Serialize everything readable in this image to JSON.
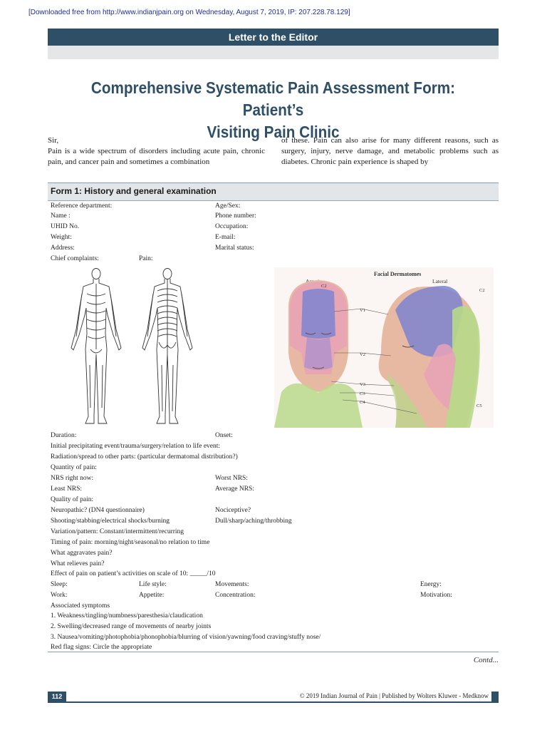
{
  "download_notice": "[Downloaded free from http://www.indianjpain.org on Wednesday, August 7, 2019, IP: 207.228.78.129]",
  "section_banner": "Letter to the Editor",
  "article_title_line1": "Comprehensive Systematic Pain Assessment Form: Patient’s",
  "article_title_line2": "Visiting Pain Clinic",
  "intro": {
    "salutation": "Sir,",
    "left_text": "Pain is a wide spectrum of disorders including acute pain, chronic pain, and cancer pain and sometimes a combination",
    "right_text": "of these. Pain can also arise for many different reasons, such as surgery, injury, nerve damage, and metabolic problems such as diabetes. Chronic pain experience is shaped by"
  },
  "form": {
    "title": "Form 1: History and general examination",
    "reference_department": "Reference department:",
    "age_sex": "Age/Sex:",
    "name": "Name :",
    "phone": "Phone number:",
    "uhid": "UHID No.",
    "occupation": "Occupation:",
    "weight": "Weight:",
    "email": "E-mail:",
    "address": "Address:",
    "marital": "Marital status:",
    "chief_complaints": "Chief complaints:",
    "pain": "Pain:",
    "duration": "Duration:",
    "onset": "Onset:",
    "initial_event": "Initial precipitating event/trauma/surgery/relation to life event:",
    "radiation": "Radiation/spread to other parts: (particular dermatomal distribution?)",
    "quantity": "Quantity of pain:",
    "nrs_now": "NRS right now:",
    "worst_nrs": "Worst NRS:",
    "least_nrs": "Least NRS:",
    "average_nrs": "Average NRS:",
    "quality": "Quality of pain:",
    "neuropathic": "Neuropathic? (DN4 questionnaire)",
    "nociceptive": "Nociceptive?",
    "shooting": "Shooting/stabbing/electrical shocks/burning",
    "dull": "Dull/sharp/aching/throbbing",
    "variation": "Variation/pattern: Constant/intermittent/recurring",
    "timing": "Timing of pain: morning/night/seasonal/no relation to time",
    "aggravates": "What aggravates pain?",
    "relieves": "What relieves pain?",
    "effect": "Effect of pain on patient’s activities on scale of 10: _____/10",
    "sleep": "Sleep:",
    "lifestyle": "Life style:",
    "movements": "Movements:",
    "energy": "Energy:",
    "work": "Work:",
    "appetite": "Appetite:",
    "concentration": "Concentration:",
    "motivation": "Motivation:",
    "associated": "Associated symptoms",
    "symptom1": "1. Weakness/tingling/numbness/paresthesia/claudication",
    "symptom2": "2. Swelling/decreased range of movements of nearby joints",
    "symptom3": "3. Nausea/vomiting/photophobia/phonophobia/blurring of vision/yawning/food craving/stuffy nose/",
    "red_flag": "Red flag signs: Circle the appropriate"
  },
  "facial_figure": {
    "title": "Facial Dermatomes",
    "anterior": "Anterior",
    "lateral": "Lateral",
    "labels": [
      "C2",
      "V1",
      "V2",
      "V3",
      "C3",
      "C4",
      "C5",
      "C2"
    ]
  },
  "contd": "Contd...",
  "footer": {
    "page": "112",
    "text": "© 2019 Indian Journal of Pain | Published by Wolters Kluwer - Medknow"
  },
  "colors": {
    "banner": "#2f4f66",
    "form_header_bg": "#e3e6e8",
    "dermatome_v1": "#7d84d0",
    "dermatome_c2": "#e8a2b8",
    "dermatome_c3": "#b7d98a",
    "skin": "#e8b9a2"
  }
}
